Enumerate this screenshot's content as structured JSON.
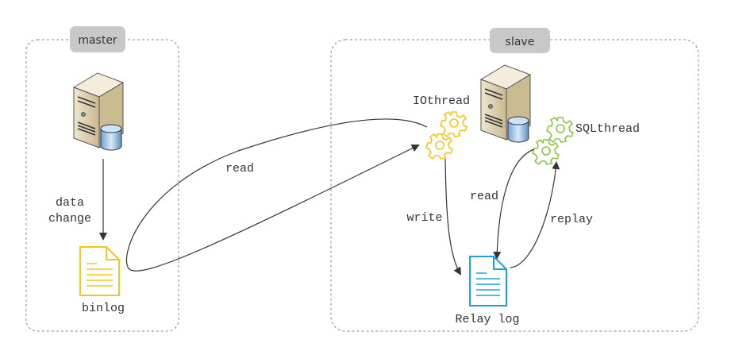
{
  "master": {
    "label": "master",
    "arrow_label_line1": "data",
    "arrow_label_line2": "change",
    "file_label": "binlog"
  },
  "slave": {
    "label": "slave",
    "io_thread": "IOthread",
    "sql_thread": "SQLthread",
    "file_label": "Relay log"
  },
  "edges": {
    "read_binlog": "read",
    "write": "write",
    "read_relay": "read",
    "replay": "replay"
  },
  "colors": {
    "binlog": "#f5c518",
    "io_gear": "#f5c518",
    "sql_gear": "#8cc63f",
    "relay_log": "#1ba1e2",
    "pill": "#c8c8c8"
  }
}
